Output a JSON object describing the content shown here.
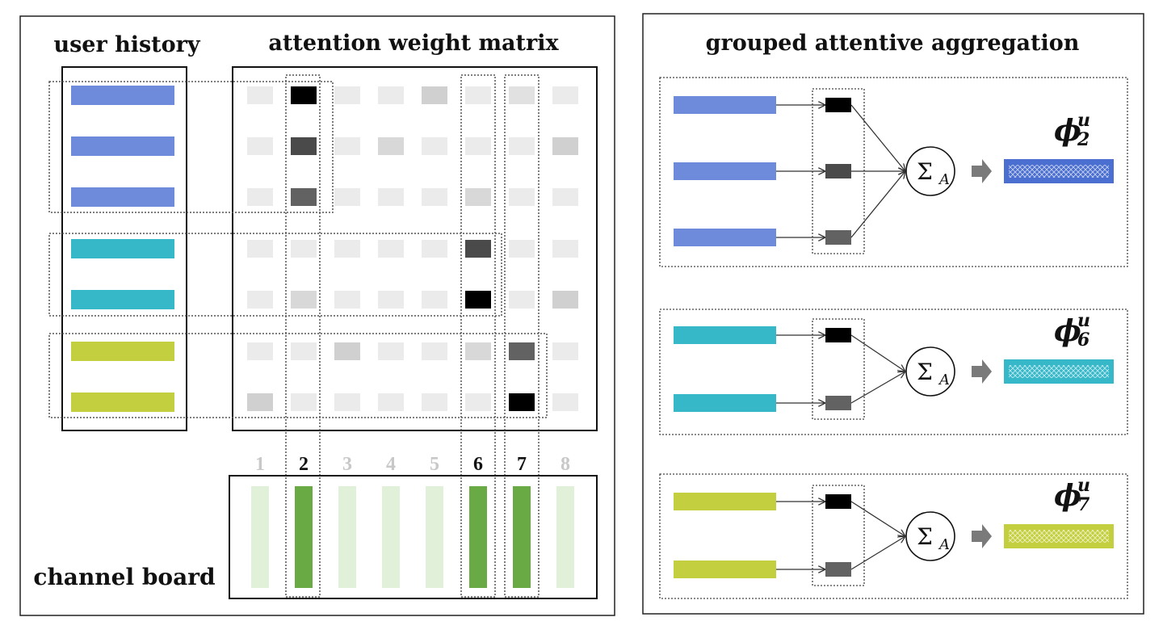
{
  "left_panel": {
    "user_history_title": "user history",
    "matrix_title": "attention weight matrix",
    "channel_board_title": "channel board",
    "history_colors": [
      "#6e8adb",
      "#6e8adb",
      "#6e8adb",
      "#37b8c9",
      "#37b8c9",
      "#c3cf3e",
      "#c3cf3e"
    ],
    "attention_matrix": [
      [
        0.04,
        1.0,
        0.04,
        0.04,
        0.15,
        0.04,
        0.08,
        0.04
      ],
      [
        0.04,
        0.7,
        0.04,
        0.12,
        0.04,
        0.04,
        0.04,
        0.15
      ],
      [
        0.04,
        0.6,
        0.04,
        0.04,
        0.04,
        0.12,
        0.04,
        0.04
      ],
      [
        0.04,
        0.04,
        0.04,
        0.04,
        0.04,
        0.7,
        0.04,
        0.04
      ],
      [
        0.04,
        0.12,
        0.04,
        0.04,
        0.04,
        1.0,
        0.04,
        0.15
      ],
      [
        0.04,
        0.04,
        0.15,
        0.04,
        0.04,
        0.12,
        0.6,
        0.04
      ],
      [
        0.15,
        0.04,
        0.04,
        0.04,
        0.04,
        0.04,
        1.0,
        0.04
      ]
    ],
    "channels": [
      {
        "number": "1",
        "active": false
      },
      {
        "number": "2",
        "active": true
      },
      {
        "number": "3",
        "active": false
      },
      {
        "number": "4",
        "active": false
      },
      {
        "number": "5",
        "active": false
      },
      {
        "number": "6",
        "active": true
      },
      {
        "number": "7",
        "active": true
      },
      {
        "number": "8",
        "active": false
      }
    ],
    "active_channel_color": "#6aaa44",
    "inactive_channel_color": "#e1f0d8",
    "active_number_color": "#111111",
    "inactive_number_color": "#c8c8c8"
  },
  "right_panel": {
    "title": "grouped attentive aggregation",
    "sum_symbol": "Σ",
    "sum_subscript": "A",
    "groups": [
      {
        "symbol": "ϕ",
        "subscript": "2",
        "superscript": "u",
        "color": "#6e8adb",
        "output_color": "#4a6fd0",
        "weights": [
          1.0,
          0.7,
          0.6
        ]
      },
      {
        "symbol": "ϕ",
        "subscript": "6",
        "superscript": "u",
        "color": "#37b8c9",
        "output_color": "#37b8c9",
        "weights": [
          1.0,
          0.6
        ]
      },
      {
        "symbol": "ϕ",
        "subscript": "7",
        "superscript": "u",
        "color": "#c3cf3e",
        "output_color": "#c3cf3e",
        "weights": [
          1.0,
          0.6
        ]
      }
    ]
  }
}
